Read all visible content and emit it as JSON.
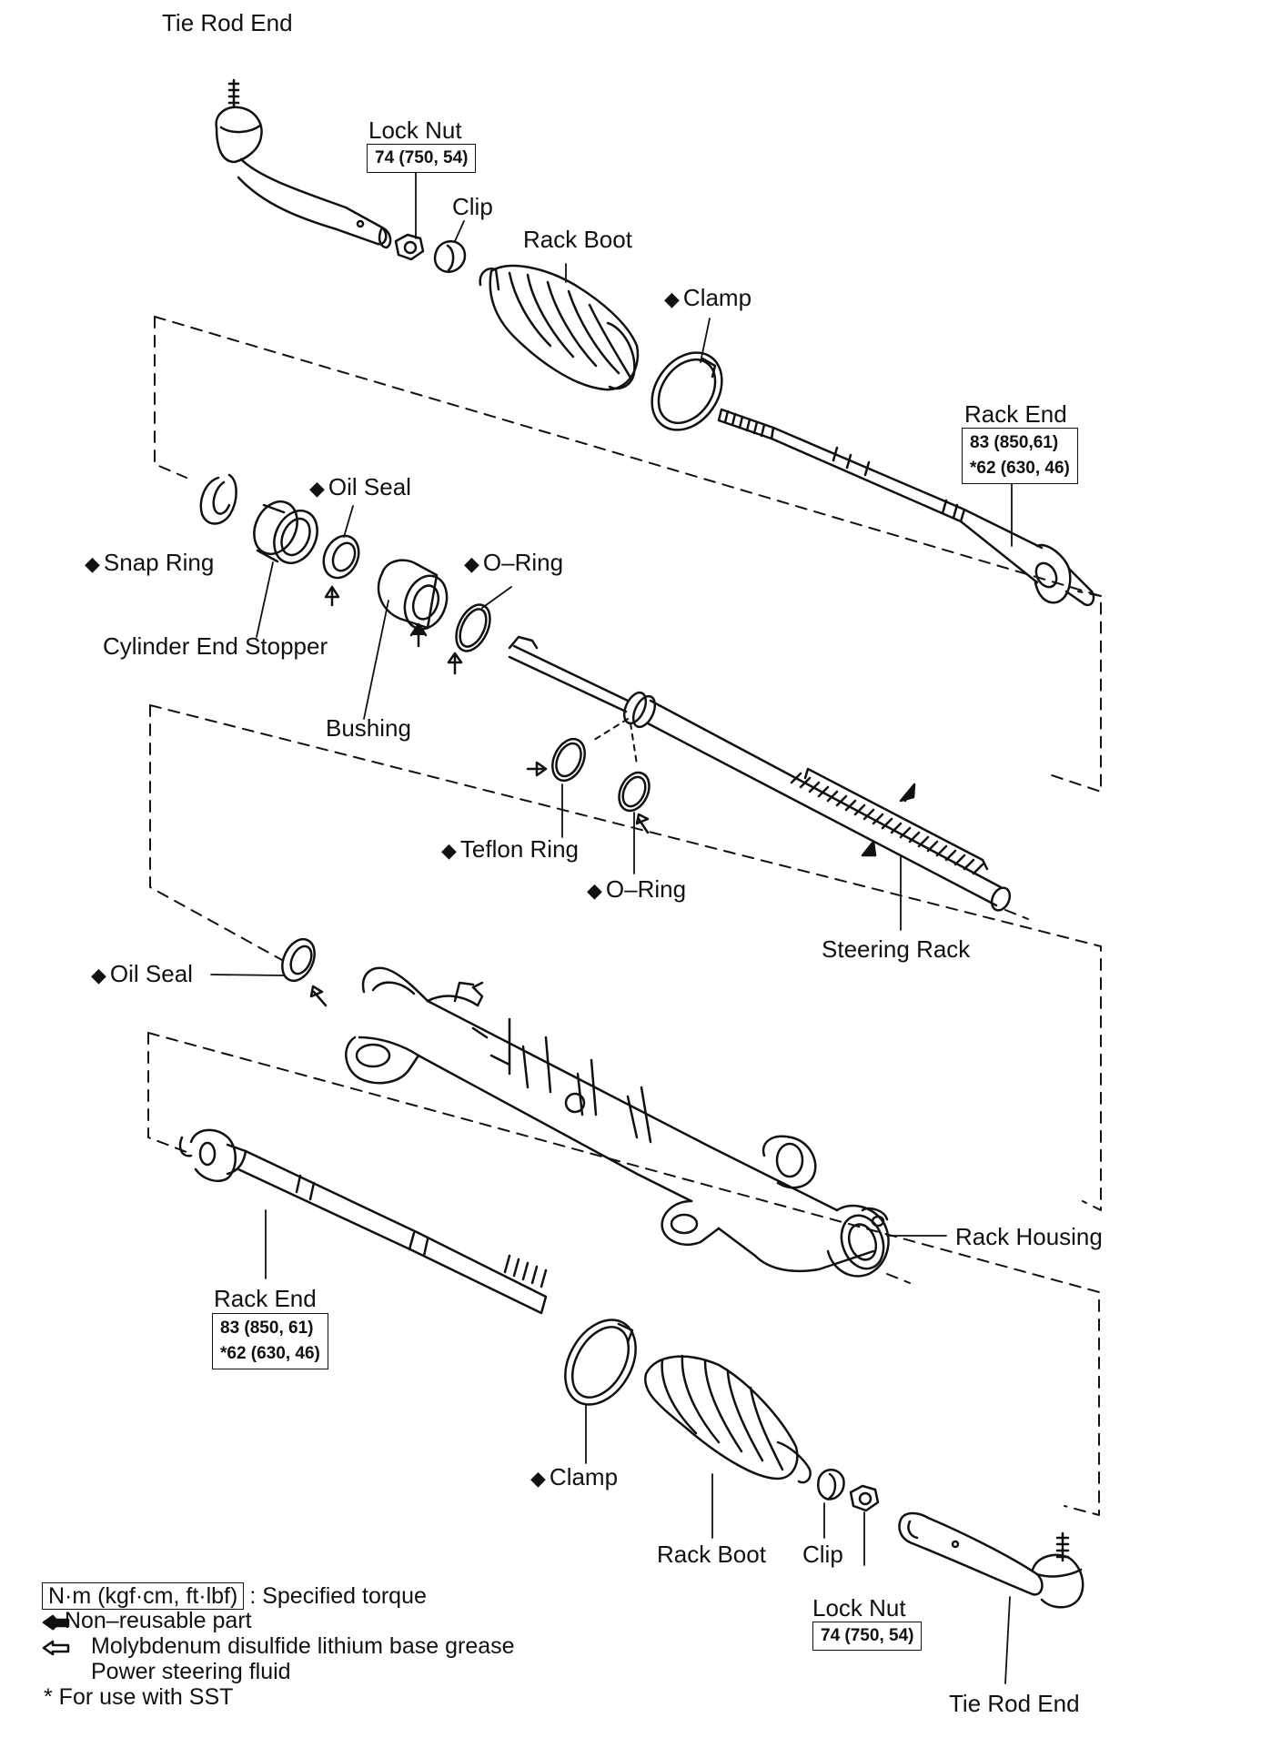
{
  "labels": {
    "tie_rod_end_top": "Tie Rod End",
    "lock_nut_top": "Lock Nut",
    "lock_nut_top_torque": "74 (750, 54)",
    "clip_top": "Clip",
    "rack_boot_top": "Rack Boot",
    "clamp_top": "Clamp",
    "rack_end_right": "Rack End",
    "rack_end_right_torque_1": "83 (850,61)",
    "rack_end_right_torque_2": "*62 (630, 46)",
    "oil_seal_upper": "Oil Seal",
    "snap_ring": "Snap Ring",
    "o_ring_upper": "O–Ring",
    "cylinder_end_stopper": "Cylinder End Stopper",
    "bushing": "Bushing",
    "teflon_ring": "Teflon Ring",
    "o_ring_lower": "O–Ring",
    "steering_rack": "Steering Rack",
    "oil_seal_lower": "Oil Seal",
    "rack_housing": "Rack Housing",
    "rack_end_left": "Rack End",
    "rack_end_left_torque_1": "83 (850, 61)",
    "rack_end_left_torque_2": "*62 (630, 46)",
    "clamp_bottom": "Clamp",
    "rack_boot_bottom": "Rack Boot",
    "clip_bottom": "Clip",
    "lock_nut_bottom": "Lock Nut",
    "lock_nut_bottom_torque": "74 (750, 54)",
    "tie_rod_end_bottom": "Tie Rod End"
  },
  "markers": {
    "non_reusable": "◆"
  },
  "legend": {
    "torque_unit": "N·m (kgf·cm, ft·lbf)",
    "torque_desc": ": Specified torque",
    "non_reusable": "Non–reusable part",
    "moly_grease": "Molybdenum disulfide lithium base grease",
    "ps_fluid": "Power steering fluid",
    "sst": "* For use with SST"
  }
}
